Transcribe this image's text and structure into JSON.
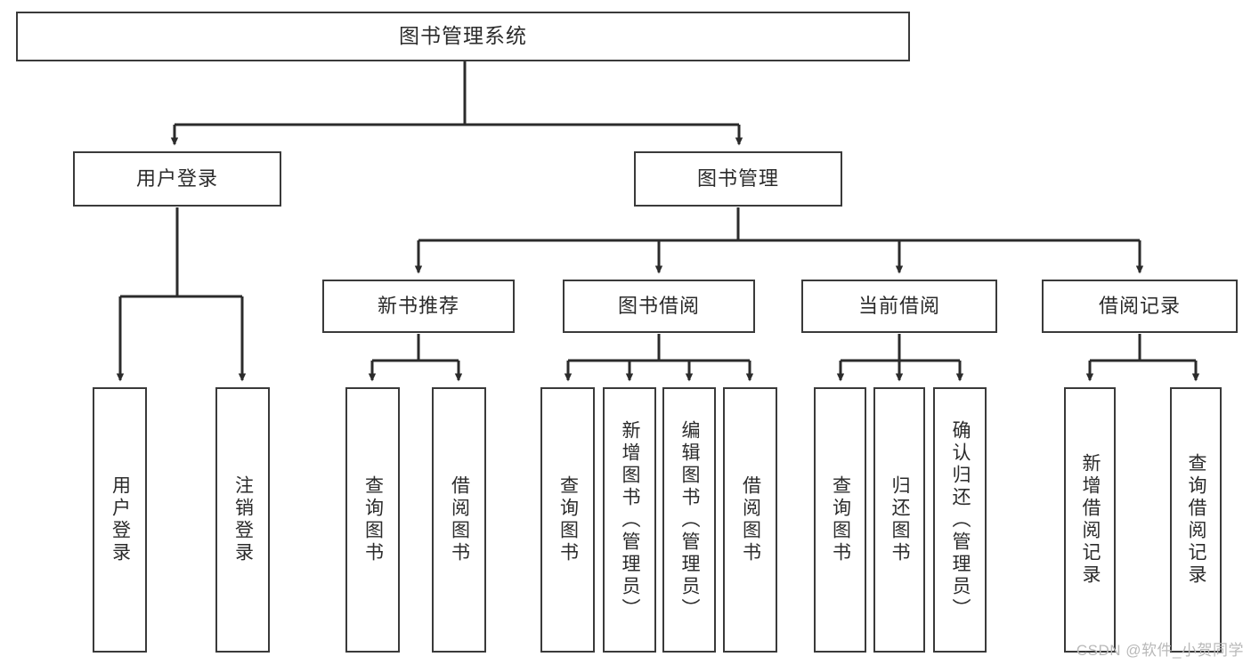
{
  "diagram": {
    "type": "org-chart",
    "title": "图书管理系统",
    "watermark": "CSDN @软件_小贺同学",
    "colors": {
      "box_border": "#3a3a3a",
      "box_fill": "#ffffff",
      "connector": "#2b2b2b",
      "text": "#2b2b2b",
      "watermark": "#b9b9b9"
    },
    "levels": {
      "root": {
        "label": "图书管理系统"
      },
      "level2": [
        {
          "label": "用户登录"
        },
        {
          "label": "图书管理"
        }
      ],
      "level3": [
        {
          "label": "新书推荐"
        },
        {
          "label": "图书借阅"
        },
        {
          "label": "当前借阅"
        },
        {
          "label": "借阅记录"
        }
      ],
      "leaves_user_login": [
        {
          "label": "用户登录"
        },
        {
          "label": "注销登录"
        }
      ],
      "leaves_new_book": [
        {
          "label": "查询图书"
        },
        {
          "label": "借阅图书"
        }
      ],
      "leaves_borrow": [
        {
          "label": "查询图书"
        },
        {
          "label": "新增图书（管理员）"
        },
        {
          "label": "编辑图书（管理员）"
        },
        {
          "label": "借阅图书"
        }
      ],
      "leaves_current": [
        {
          "label": "查询图书"
        },
        {
          "label": "归还图书"
        },
        {
          "label": "确认归还（管理员）"
        }
      ],
      "leaves_records": [
        {
          "label": "新增借阅记录"
        },
        {
          "label": "查询借阅记录"
        }
      ]
    }
  }
}
